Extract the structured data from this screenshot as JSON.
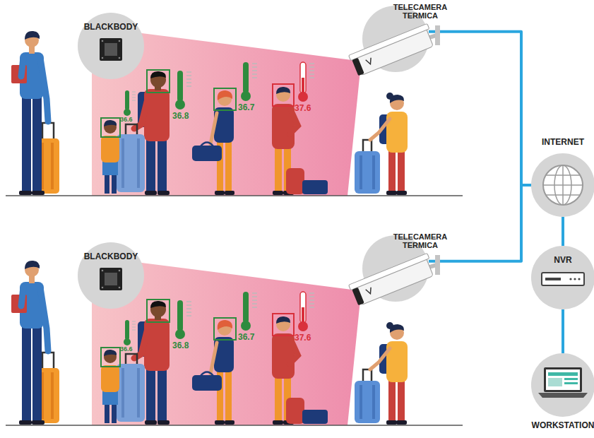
{
  "diagram": {
    "nodes": [
      {
        "text": [
          "BLACKBODY"
        ]
      },
      {
        "text": [
          "TELECAMERA TERMICA"
        ]
      },
      {
        "text": [
          "INTERNET"
        ]
      },
      {
        "text": [
          "BLACKBODY"
        ]
      },
      {
        "text": [
          "TELECAMERA TERMICA"
        ]
      },
      {
        "text": [
          "NVR"
        ]
      },
      {
        "text": [
          "WORKSTATION"
        ]
      }
    ],
    "edges": [
      {
        "from": 1,
        "to": 2,
        "arrow": "none"
      },
      {
        "from": 4,
        "to": 2,
        "arrow": "none"
      },
      {
        "from": 2,
        "to": 5,
        "arrow": "none"
      },
      {
        "from": 5,
        "to": 6,
        "arrow": "none"
      }
    ],
    "labels": [
      "36.6",
      "36.8",
      "36.7",
      "37.6",
      "36.6",
      "36.8",
      "36.7",
      "37.6"
    ]
  }
}
